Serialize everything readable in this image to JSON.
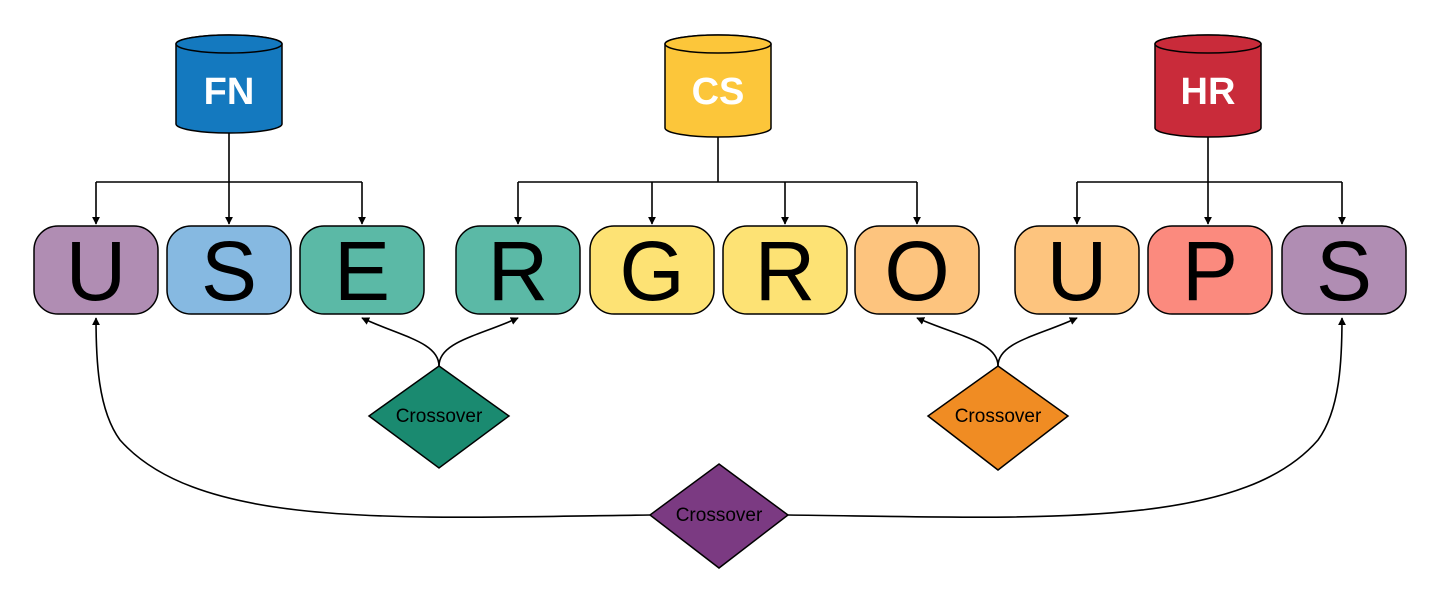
{
  "databases": [
    {
      "label": "FN",
      "color": "#1479bf"
    },
    {
      "label": "CS",
      "color": "#fcc63a"
    },
    {
      "label": "HR",
      "color": "#c92b3a"
    }
  ],
  "letters": [
    {
      "char": "U",
      "color": "#b08db3"
    },
    {
      "char": "S",
      "color": "#86b9e1"
    },
    {
      "char": "E",
      "color": "#5bb9a6"
    },
    {
      "char": "R",
      "color": "#5bb9a6"
    },
    {
      "char": "G",
      "color": "#fde274"
    },
    {
      "char": "R",
      "color": "#fde274"
    },
    {
      "char": "O",
      "color": "#fdc47e"
    },
    {
      "char": "U",
      "color": "#fdc47e"
    },
    {
      "char": "P",
      "color": "#fb8a7e"
    },
    {
      "char": "S",
      "color": "#b08db3"
    }
  ],
  "crossovers": [
    {
      "label": "Crossover",
      "color": "#1a8a70"
    },
    {
      "label": "Crossover",
      "color": "#f08c23"
    },
    {
      "label": "Crossover",
      "color": "#7b3a82"
    }
  ]
}
